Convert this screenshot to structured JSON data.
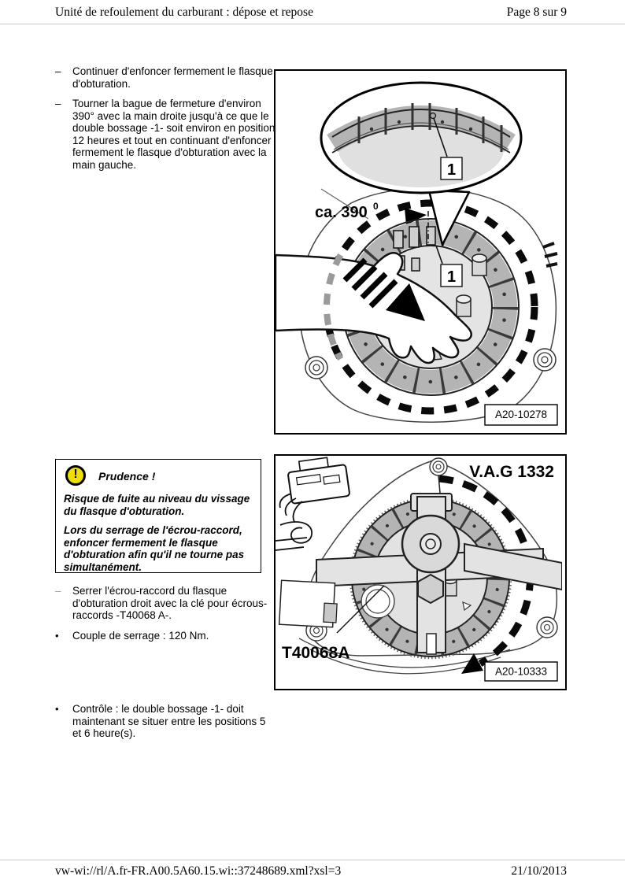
{
  "header": {
    "title": "Unité de refoulement du carburant : dépose et repose",
    "page_indicator": "Page 8 sur 9"
  },
  "content": {
    "step1": {
      "marker": "–",
      "text": "Continuer d'enfoncer fermement le flasque d'obturation."
    },
    "step2": {
      "marker": "–",
      "text": "Tourner la bague de fermeture d'environ 390° avec la main droite jusqu'à ce que le double bossage -1- soit environ en position 12 heures et tout en continuant d'enfoncer fermement le flasque d'obturation avec la main gauche."
    },
    "caution": {
      "icon": "exclamation-warning",
      "exclamation": "!",
      "title": "Prudence !",
      "para1": "Risque de fuite au niveau du vissage du flasque d'obturation.",
      "para2": "Lors du serrage de l'écrou-raccord, enfoncer fermement le flasque d'obturation afin qu'il ne tourne pas simultanément."
    },
    "step3": {
      "marker": "–",
      "text": "Serrer l'écrou-raccord du flasque d'obturation droit avec la clé pour écrous-raccords -T40068 A-."
    },
    "bullet1": {
      "marker": "•",
      "text": "Couple de serrage : 120 Nm."
    },
    "bullet2": {
      "marker": "•",
      "text": "Contrôle : le double bossage -1- doit maintenant se situer entre les positions 5 et 6 heure(s)."
    }
  },
  "figure1": {
    "rotation_label": "ca. 390",
    "rotation_sup": "0",
    "callout_balloon": "1",
    "callout_main": "1",
    "ref": "A20-10278"
  },
  "figure2": {
    "tool_top": "V.A.G 1332",
    "tool_bottom": "T40068A",
    "ref": "A20-10333"
  },
  "footer": {
    "link": "vw-wi://rl/A.fr-FR.A00.5A60.15.wi::37248689.xml?xsl=3",
    "date": "21/10/2013"
  },
  "colors": {
    "warning_yellow": "#f0e000",
    "ring_gray": "#b4b4b4",
    "marker_gray": "#9aa0a6"
  }
}
